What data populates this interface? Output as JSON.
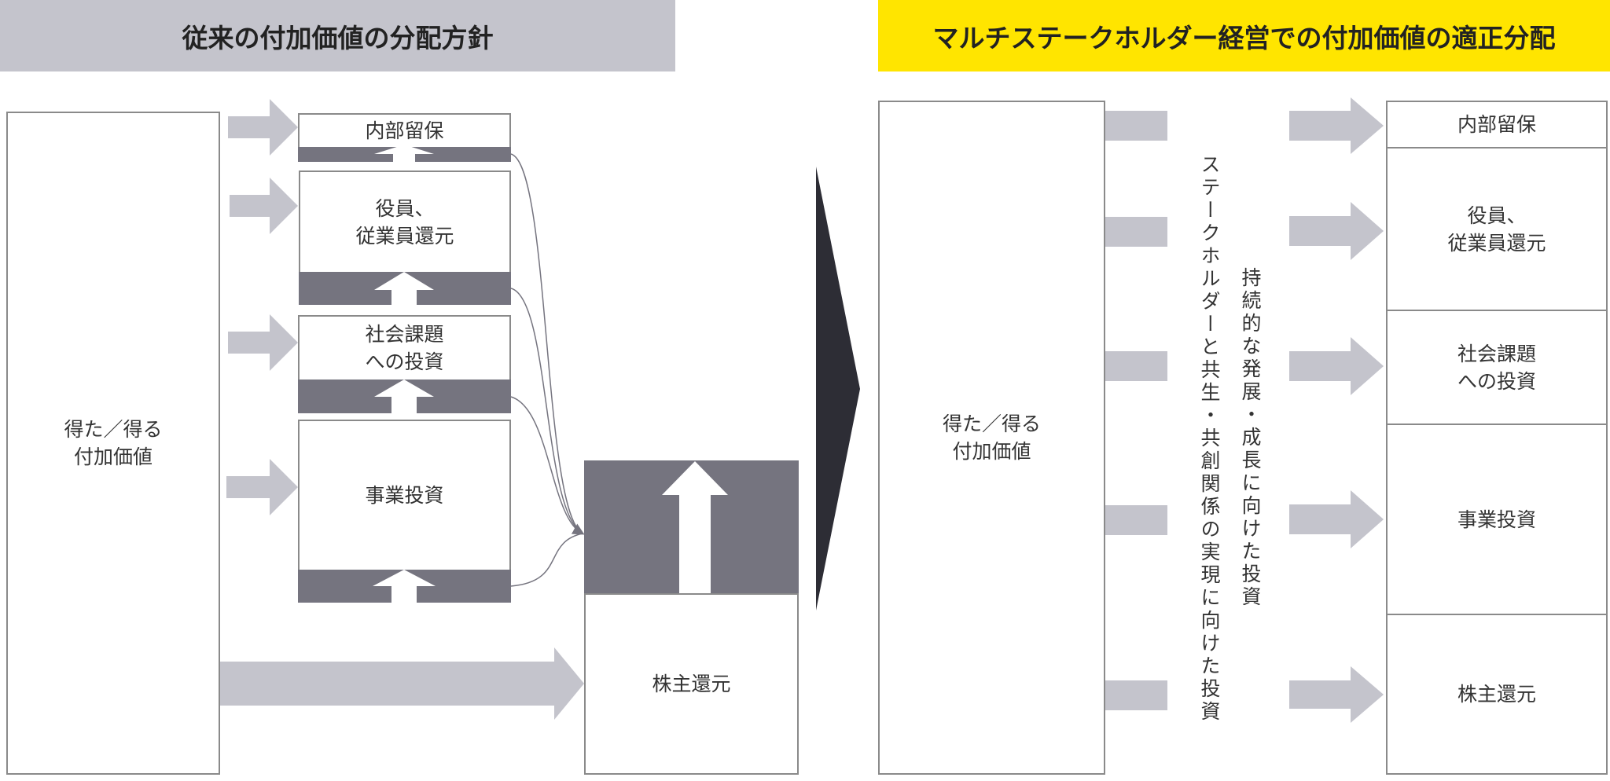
{
  "left": {
    "title": "従来の付加価値の分配方針",
    "source_label": "得た／得る\n付加価値",
    "items": [
      "内部留保",
      "役員、\n従業員還元",
      "社会課題\nへの投資",
      "事業投資"
    ],
    "shareholder_label": "株主還元"
  },
  "right": {
    "title": "マルチステークホルダー経営での付加価値の適正分配",
    "source_label": "得た／得る\n付加価値",
    "vertical_text_1": "ステークホルダーと共生・共創関係の実現に向けた投資",
    "vertical_text_2": "持続的な発展・成長に向けた投資",
    "items": [
      "内部留保",
      "役員、\n従業員還元",
      "社会課題\nへの投資",
      "事業投資",
      "株主還元"
    ]
  },
  "colors": {
    "gray_header": "#c4c4cc",
    "yellow_header": "#ffe500",
    "band": "#75747f",
    "arrow": "#c4c4cc",
    "divider": "#2d2d35"
  }
}
